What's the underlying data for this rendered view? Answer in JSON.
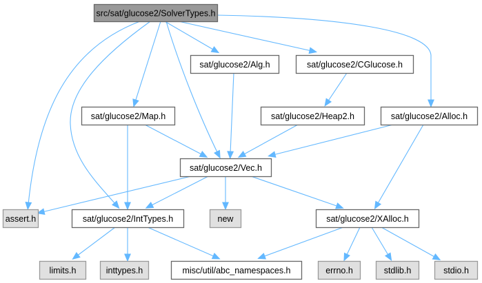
{
  "title": "src/sat/glucose2/SolverTypes.h include dependency graph",
  "colors": {
    "edge": "#63b8ff",
    "root_fill": "#999999",
    "root_stroke": "#666666",
    "node_fill": "#ffffff",
    "node_stroke": "#666666",
    "external_fill": "#e0e0e0",
    "external_stroke": "#999999"
  },
  "nodes": [
    {
      "id": "solvertypes",
      "label": "src/sat/glucose2/SolverTypes.h",
      "kind": "root"
    },
    {
      "id": "alg",
      "label": "sat/glucose2/Alg.h",
      "kind": "file"
    },
    {
      "id": "cglucose",
      "label": "sat/glucose2/CGlucose.h",
      "kind": "file"
    },
    {
      "id": "map",
      "label": "sat/glucose2/Map.h",
      "kind": "file"
    },
    {
      "id": "heap2",
      "label": "sat/glucose2/Heap2.h",
      "kind": "file"
    },
    {
      "id": "alloc",
      "label": "sat/glucose2/Alloc.h",
      "kind": "file"
    },
    {
      "id": "vec",
      "label": "sat/glucose2/Vec.h",
      "kind": "file"
    },
    {
      "id": "assert",
      "label": "assert.h",
      "kind": "external"
    },
    {
      "id": "inttypes_local",
      "label": "sat/glucose2/IntTypes.h",
      "kind": "file"
    },
    {
      "id": "new",
      "label": "new",
      "kind": "external"
    },
    {
      "id": "xalloc",
      "label": "sat/glucose2/XAlloc.h",
      "kind": "file"
    },
    {
      "id": "limits",
      "label": "limits.h",
      "kind": "external"
    },
    {
      "id": "inttypes",
      "label": "inttypes.h",
      "kind": "external"
    },
    {
      "id": "abc_namespaces",
      "label": "misc/util/abc_namespaces.h",
      "kind": "file"
    },
    {
      "id": "errno",
      "label": "errno.h",
      "kind": "external"
    },
    {
      "id": "stdlib",
      "label": "stdlib.h",
      "kind": "external"
    },
    {
      "id": "stdio",
      "label": "stdio.h",
      "kind": "external"
    }
  ],
  "edges": [
    {
      "from": "solvertypes",
      "to": "alg"
    },
    {
      "from": "solvertypes",
      "to": "cglucose"
    },
    {
      "from": "solvertypes",
      "to": "map"
    },
    {
      "from": "solvertypes",
      "to": "alloc"
    },
    {
      "from": "solvertypes",
      "to": "vec"
    },
    {
      "from": "solvertypes",
      "to": "assert"
    },
    {
      "from": "solvertypes",
      "to": "inttypes_local"
    },
    {
      "from": "alg",
      "to": "vec"
    },
    {
      "from": "cglucose",
      "to": "heap2"
    },
    {
      "from": "map",
      "to": "vec"
    },
    {
      "from": "map",
      "to": "inttypes_local"
    },
    {
      "from": "heap2",
      "to": "vec"
    },
    {
      "from": "alloc",
      "to": "vec"
    },
    {
      "from": "alloc",
      "to": "xalloc"
    },
    {
      "from": "vec",
      "to": "assert"
    },
    {
      "from": "vec",
      "to": "inttypes_local"
    },
    {
      "from": "vec",
      "to": "new"
    },
    {
      "from": "vec",
      "to": "xalloc"
    },
    {
      "from": "inttypes_local",
      "to": "limits"
    },
    {
      "from": "inttypes_local",
      "to": "inttypes"
    },
    {
      "from": "inttypes_local",
      "to": "abc_namespaces"
    },
    {
      "from": "xalloc",
      "to": "abc_namespaces"
    },
    {
      "from": "xalloc",
      "to": "errno"
    },
    {
      "from": "xalloc",
      "to": "stdlib"
    },
    {
      "from": "xalloc",
      "to": "stdio"
    }
  ]
}
